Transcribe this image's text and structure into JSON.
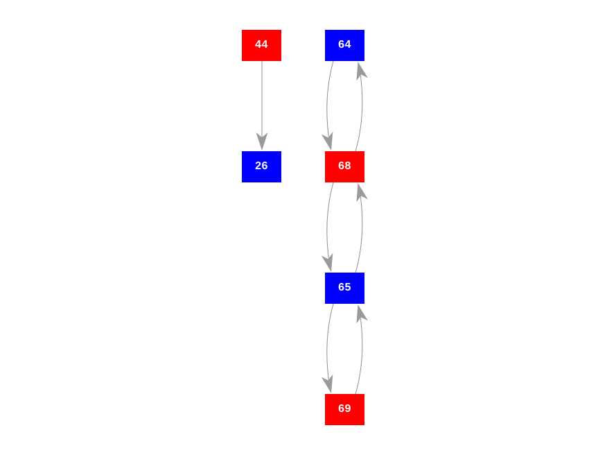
{
  "page": {
    "background_color": "#ffffff"
  },
  "diagram": {
    "type": "directed-graph",
    "colors": {
      "red_node": "#ff0000",
      "blue_node": "#0000ff",
      "edge_line": "#8e8e8e",
      "arrowhead": "#9a9a9a",
      "node_label": "#ffffff"
    },
    "nodes": [
      {
        "id": "44",
        "label": "44",
        "color": "red_node",
        "col": 0,
        "row": 0
      },
      {
        "id": "64",
        "label": "64",
        "color": "blue_node",
        "col": 1,
        "row": 0
      },
      {
        "id": "26",
        "label": "26",
        "color": "blue_node",
        "col": 0,
        "row": 1
      },
      {
        "id": "68",
        "label": "68",
        "color": "red_node",
        "col": 1,
        "row": 1
      },
      {
        "id": "65",
        "label": "65",
        "color": "blue_node",
        "col": 1,
        "row": 2
      },
      {
        "id": "69",
        "label": "69",
        "color": "red_node",
        "col": 1,
        "row": 3
      }
    ],
    "edges": [
      {
        "from": "44",
        "to": "26",
        "style": "straight"
      },
      {
        "from": "64",
        "to": "68",
        "style": "curve-left"
      },
      {
        "from": "68",
        "to": "64",
        "style": "curve-right"
      },
      {
        "from": "68",
        "to": "65",
        "style": "curve-left"
      },
      {
        "from": "65",
        "to": "68",
        "style": "curve-right"
      },
      {
        "from": "65",
        "to": "69",
        "style": "curve-left"
      },
      {
        "from": "69",
        "to": "65",
        "style": "curve-right"
      }
    ]
  }
}
